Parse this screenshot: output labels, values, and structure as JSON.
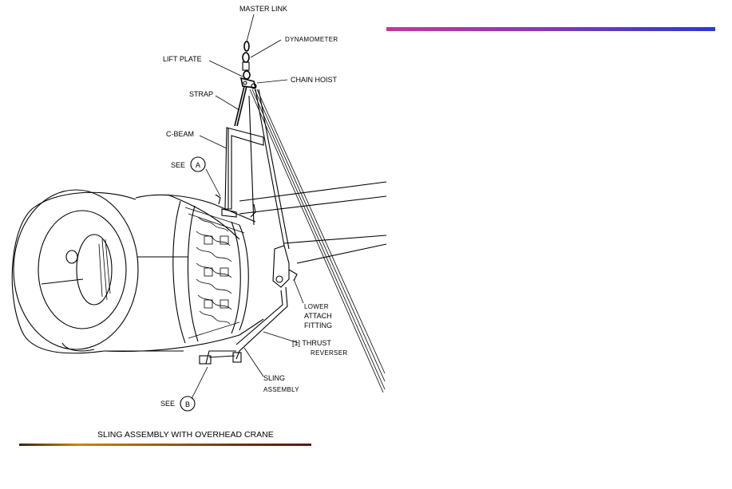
{
  "labels": {
    "master_link": "MASTER LINK",
    "dynamometer": "DYNAMOMETER",
    "lift_plate": "LIFT PLATE",
    "chain_hoist": "CHAIN HOIST",
    "strap": "STRAP",
    "c_beam": "C-BEAM",
    "see_a_text": "SEE",
    "see_a_letter": "A",
    "lower": "LOWER",
    "attach": "ATTACH",
    "fitting": "FITTING",
    "thrust_1": "[1] THRUST",
    "thrust_2": "REVERSER",
    "sling_1": "SLING",
    "sling_2": "ASSEMBLY",
    "see_b_text": "SEE",
    "see_b_letter": "B"
  },
  "caption": "SLING ASSEMBLY WITH OVERHEAD CRANE",
  "colors": {
    "top_bar": [
      "#c03a9a",
      "#7a3aa8",
      "#2a3ad0"
    ],
    "bottom_bar": [
      "#3a2410",
      "#c8860e",
      "#7a4a12",
      "#5a1a10"
    ]
  }
}
